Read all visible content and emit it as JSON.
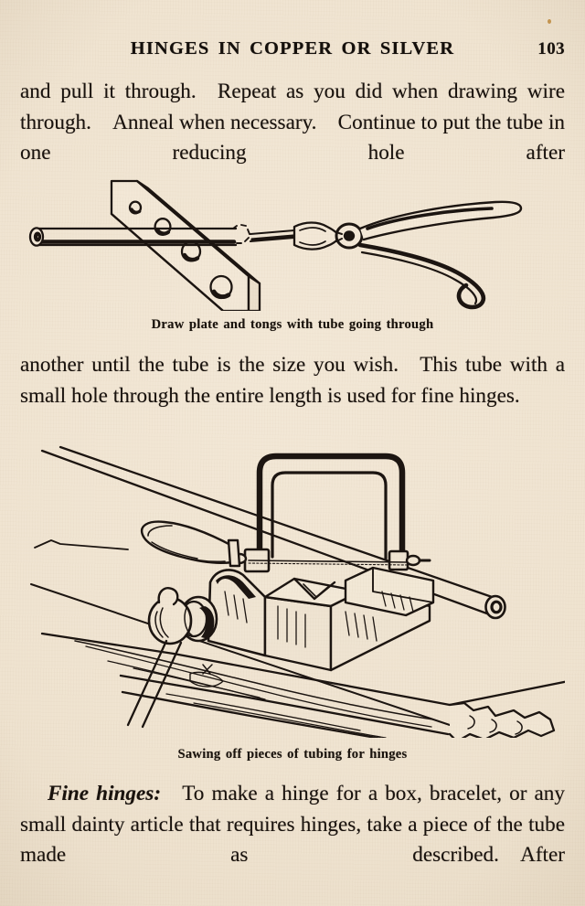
{
  "page": {
    "running_head": "HINGES IN COPPER OR SILVER",
    "folio": "103",
    "paper_color": "#efe3d0",
    "ink_color": "#19120d"
  },
  "body": {
    "paragraph_1": "and pull it through. Repeat as you did when drawing wire through. Anneal when necessary. Continue to put the tube in one reducing hole after",
    "paragraph_2": "another until the tube is the size you wish. This tube with a small hole through the entire length is used for fine hinges.",
    "paragraph_3_runin": "Fine hinges:",
    "paragraph_3": "To make a hinge for a box, bracelet, or any small dainty article that requires hinges, take a piece of the tube made as described. After"
  },
  "figures": [
    {
      "id": "figure-draw-plate",
      "caption": "Draw plate and tongs with tube going through",
      "subjects": [
        "draw-plate",
        "reducing-holes",
        "metal-tube",
        "drawing-tongs"
      ]
    },
    {
      "id": "figure-sawing-tubing",
      "caption": "Sawing off pieces of tubing for hinges",
      "subjects": [
        "jewelers-saw-frame",
        "saw-blade",
        "bench-pin-v-block",
        "clamp-screw",
        "metal-tube",
        "wooden-bench"
      ]
    }
  ]
}
